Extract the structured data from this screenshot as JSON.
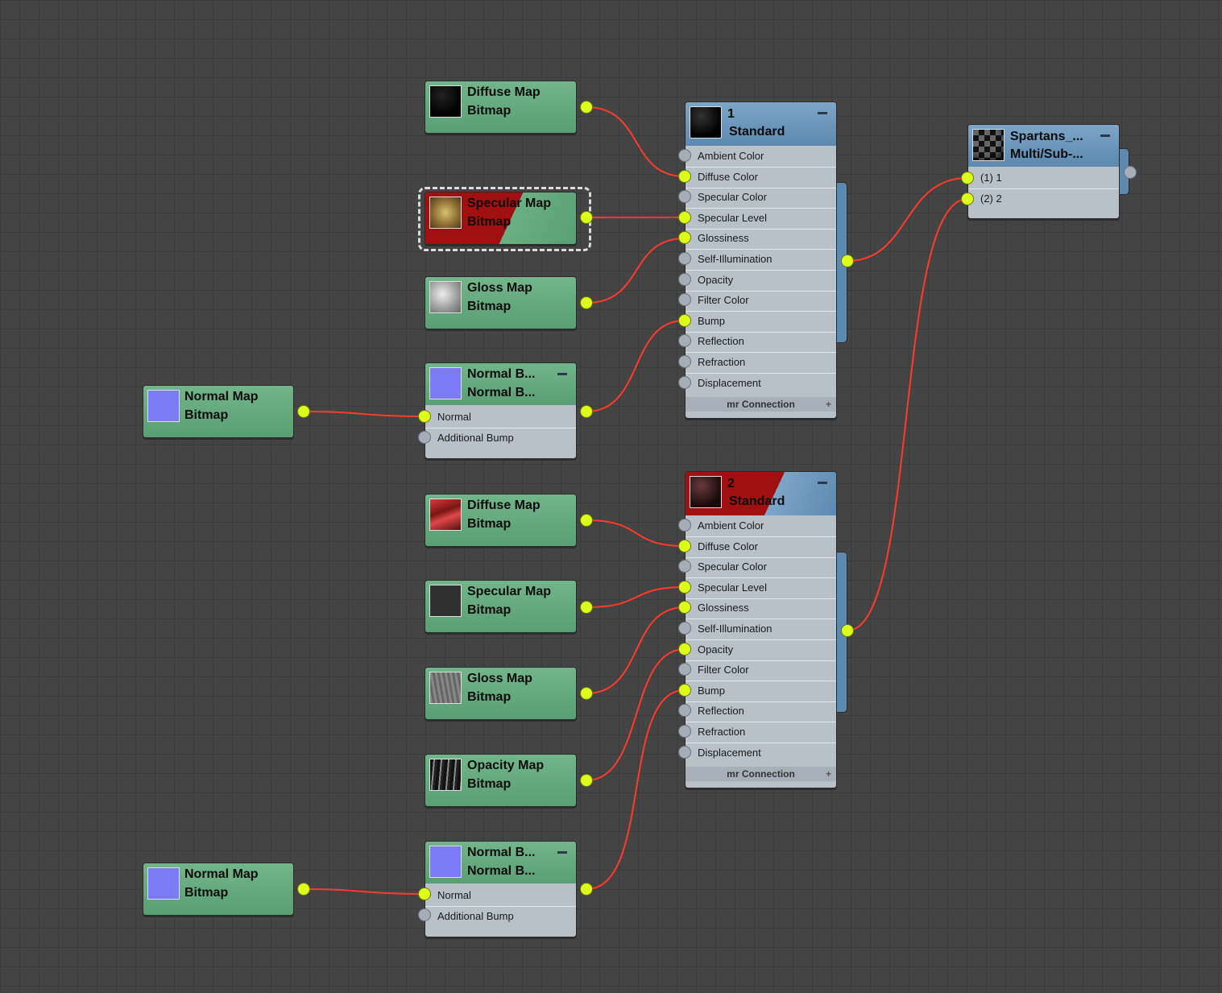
{
  "map_nodes": {
    "diffuse_1": {
      "title": "Diffuse Map",
      "subtitle": "Bitmap",
      "thumb": "black texture"
    },
    "specular_1": {
      "title": "Specular Map",
      "subtitle": "Bitmap",
      "thumb": "yellow texture",
      "selected": true
    },
    "gloss_1": {
      "title": "Gloss Map",
      "subtitle": "Bitmap",
      "thumb": "gray texture"
    },
    "normalbitmap_1": {
      "title": "Normal Map",
      "subtitle": "Bitmap",
      "thumb": "blue normal texture"
    },
    "diffuse_2": {
      "title": "Diffuse Map",
      "subtitle": "Bitmap",
      "thumb": "red texture"
    },
    "specular_2": {
      "title": "Specular Map",
      "subtitle": "Bitmap",
      "thumb": "dark texture"
    },
    "gloss_2": {
      "title": "Gloss Map",
      "subtitle": "Bitmap",
      "thumb": "gray streak texture"
    },
    "opacity_2": {
      "title": "Opacity Map",
      "subtitle": "Bitmap",
      "thumb": "striped texture"
    },
    "normalbitmap_2": {
      "title": "Normal Map",
      "subtitle": "Bitmap",
      "thumb": "blue normal texture"
    }
  },
  "normal_bump_nodes": {
    "nb_1": {
      "title": "Normal B...",
      "subtitle": "Normal B...",
      "slots": [
        "Normal",
        "Additional Bump"
      ]
    },
    "nb_2": {
      "title": "Normal B...",
      "subtitle": "Normal B...",
      "slots": [
        "Normal",
        "Additional Bump"
      ]
    }
  },
  "standard_materials": {
    "mat_1": {
      "title": "1",
      "subtitle": "Standard",
      "footer": "mr Connection",
      "footer_icon": "+",
      "slots": [
        "Ambient Color",
        "Diffuse Color",
        "Specular Color",
        "Specular Level",
        "Glossiness",
        "Self-Illumination",
        "Opacity",
        "Filter Color",
        "Bump",
        "Reflection",
        "Refraction",
        "Displacement"
      ]
    },
    "mat_2": {
      "title": "2",
      "subtitle": "Standard",
      "footer": "mr Connection",
      "footer_icon": "+",
      "slots": [
        "Ambient Color",
        "Diffuse Color",
        "Specular Color",
        "Specular Level",
        "Glossiness",
        "Self-Illumination",
        "Opacity",
        "Filter Color",
        "Bump",
        "Reflection",
        "Refraction",
        "Displacement"
      ]
    }
  },
  "multi_sub": {
    "title": "Spartans_...",
    "subtitle": "Multi/Sub-...",
    "slots": [
      "(1) 1",
      "(2) 2"
    ]
  },
  "colors": {
    "wire": "#ff3a2a",
    "port_connected": "#dcff1c",
    "port_empty": "#a5adb8",
    "map_node": "#5fa37a",
    "material_header": "#5b89b0",
    "selection_red": "#a01010"
  }
}
